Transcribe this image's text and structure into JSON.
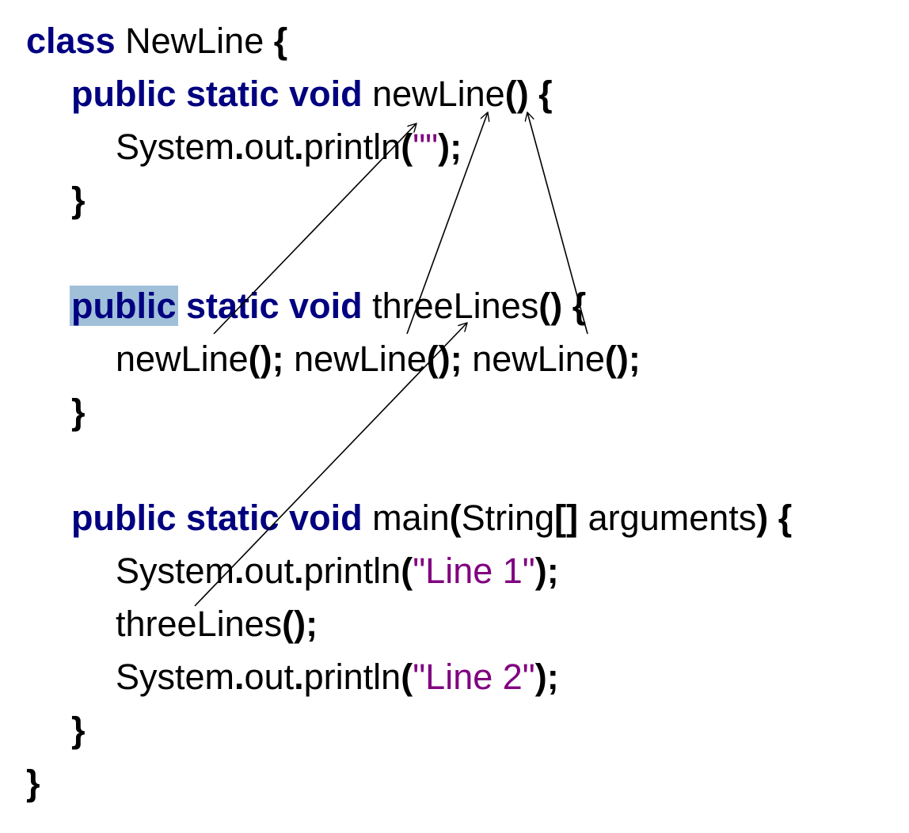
{
  "code_lines": [
    [
      {
        "t": "class",
        "c": "kw"
      },
      {
        "t": " NewLine ",
        "c": "id"
      },
      {
        "t": "{",
        "c": "p"
      }
    ],
    [
      {
        "t": "public static void",
        "c": "kw"
      },
      {
        "t": " newLine",
        "c": "id"
      },
      {
        "t": "() {",
        "c": "p"
      }
    ],
    [
      {
        "t": "System",
        "c": "id"
      },
      {
        "t": ".",
        "c": "p"
      },
      {
        "t": "out",
        "c": "id"
      },
      {
        "t": ".",
        "c": "p"
      },
      {
        "t": "println",
        "c": "id"
      },
      {
        "t": "(",
        "c": "p"
      },
      {
        "t": "\"\"",
        "c": "str"
      },
      {
        "t": ");",
        "c": "p"
      }
    ],
    [
      {
        "t": "}",
        "c": "p"
      }
    ],
    [],
    [
      {
        "t": "public",
        "c": "kw hl"
      },
      {
        "t": " static void",
        "c": "kw"
      },
      {
        "t": " threeLines",
        "c": "id"
      },
      {
        "t": "() {",
        "c": "p"
      }
    ],
    [
      {
        "t": "newLine",
        "c": "id"
      },
      {
        "t": "();",
        "c": "p"
      },
      {
        "t": " newLine",
        "c": "id"
      },
      {
        "t": "();",
        "c": "p"
      },
      {
        "t": " newLine",
        "c": "id"
      },
      {
        "t": "();",
        "c": "p"
      }
    ],
    [
      {
        "t": "}",
        "c": "p"
      }
    ],
    [],
    [
      {
        "t": "public static void",
        "c": "kw"
      },
      {
        "t": " main",
        "c": "id"
      },
      {
        "t": "(",
        "c": "p"
      },
      {
        "t": "String",
        "c": "id"
      },
      {
        "t": "[]",
        "c": "p"
      },
      {
        "t": " arguments",
        "c": "id"
      },
      {
        "t": ") {",
        "c": "p"
      }
    ],
    [
      {
        "t": "System",
        "c": "id"
      },
      {
        "t": ".",
        "c": "p"
      },
      {
        "t": "out",
        "c": "id"
      },
      {
        "t": ".",
        "c": "p"
      },
      {
        "t": "println",
        "c": "id"
      },
      {
        "t": "(",
        "c": "p"
      },
      {
        "t": "\"Line 1\"",
        "c": "str"
      },
      {
        "t": ");",
        "c": "p"
      }
    ],
    [
      {
        "t": "threeLines",
        "c": "id"
      },
      {
        "t": "();",
        "c": "p"
      }
    ],
    [
      {
        "t": "System",
        "c": "id"
      },
      {
        "t": ".",
        "c": "p"
      },
      {
        "t": "out",
        "c": "id"
      },
      {
        "t": ".",
        "c": "p"
      },
      {
        "t": "println",
        "c": "id"
      },
      {
        "t": "(",
        "c": "p"
      },
      {
        "t": "\"Line 2\"",
        "c": "str"
      },
      {
        "t": ");",
        "c": "p"
      }
    ],
    [
      {
        "t": "}",
        "c": "p"
      }
    ],
    [
      {
        "t": "}",
        "c": "p"
      }
    ]
  ],
  "indent_levels": [
    0,
    1,
    2,
    1,
    0,
    1,
    2,
    1,
    0,
    1,
    2,
    2,
    2,
    1,
    0
  ],
  "colors": {
    "keyword": "#000080",
    "string": "#800080",
    "text": "#000000",
    "highlight": "#a0c0da",
    "arrow": "#000000"
  },
  "call_arrows": [
    {
      "from": "newLine() call 1",
      "to": "newLine() definition"
    },
    {
      "from": "newLine() call 2",
      "to": "newLine() definition"
    },
    {
      "from": "newLine() call 3",
      "to": "newLine() definition"
    },
    {
      "from": "threeLines() call",
      "to": "threeLines() definition"
    }
  ]
}
